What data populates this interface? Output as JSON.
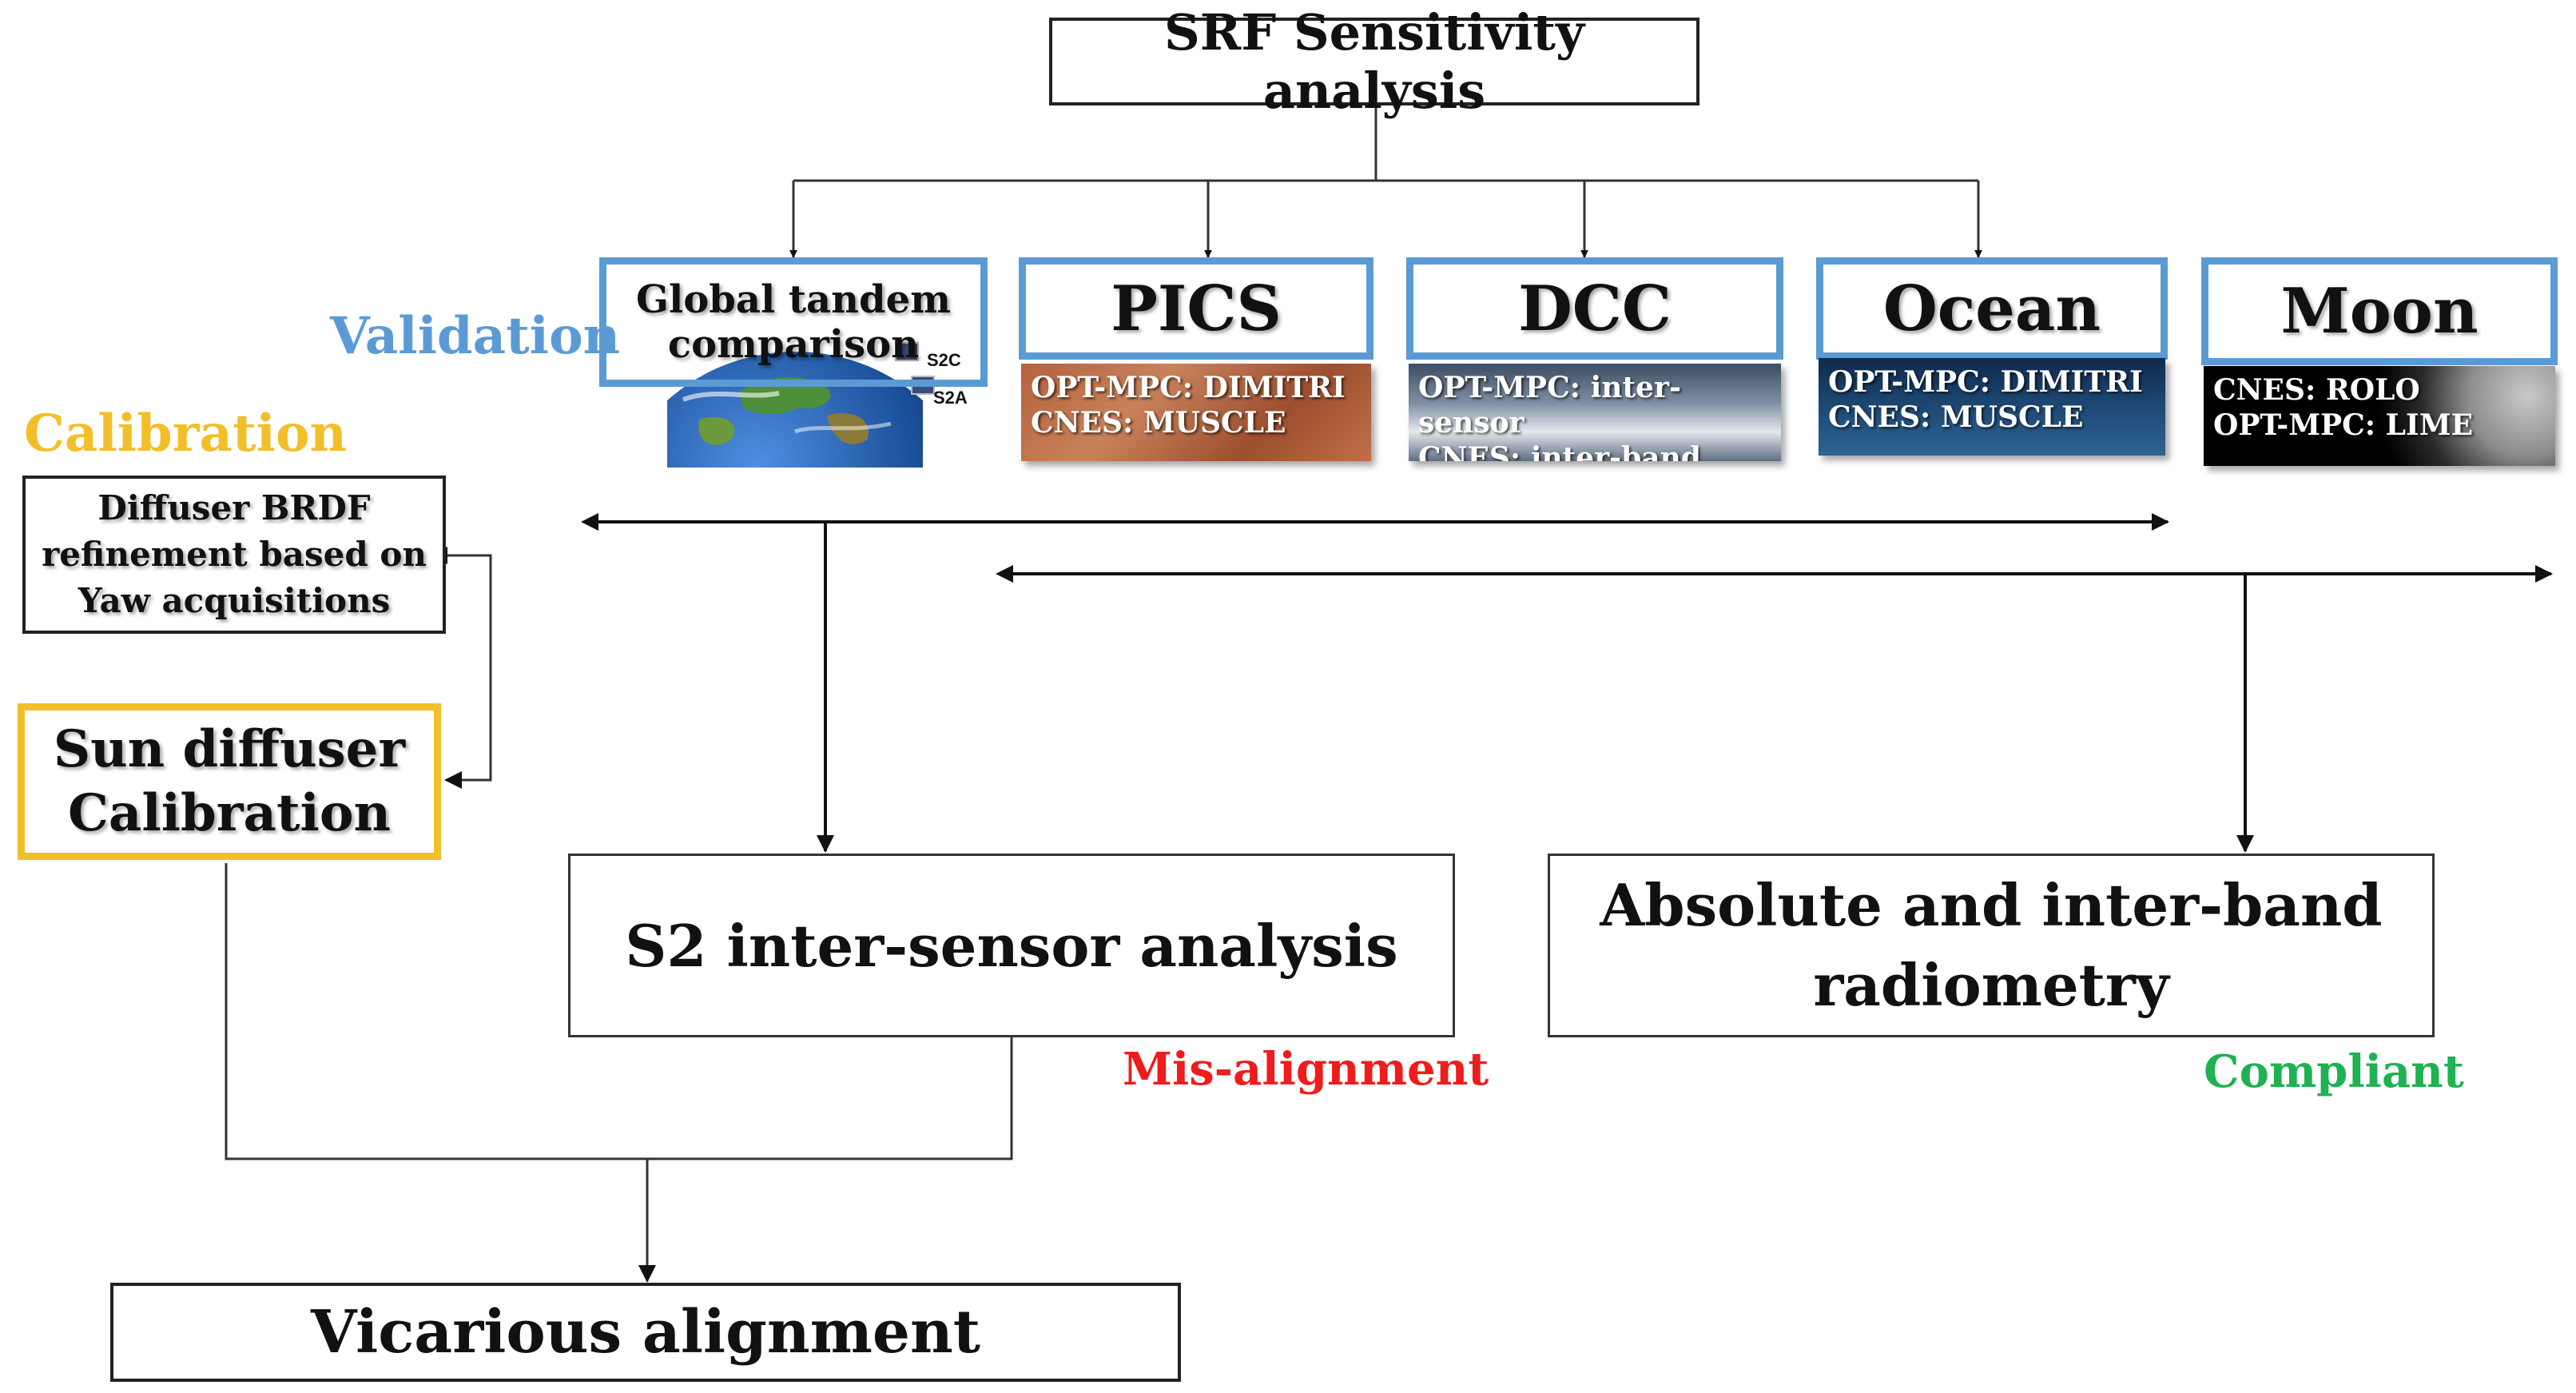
{
  "top": {
    "title": "SRF Sensitivity analysis"
  },
  "labels": {
    "validation": "Validation",
    "calibration": "Calibration"
  },
  "methods": {
    "tandem": {
      "line1": "Global tandem",
      "line2": "comparison",
      "sat_top": "S2C",
      "sat_bottom": "S2A"
    },
    "pics": {
      "title": "PICS",
      "line1": "OPT-MPC: DIMITRI",
      "line2": "CNES: MUSCLE"
    },
    "dcc": {
      "title": "DCC",
      "line1": "OPT-MPC:  inter-sensor",
      "line2": "CNES: inter-band"
    },
    "ocean": {
      "title": "Ocean",
      "line1": "OPT-MPC: DIMITRI",
      "line2": "CNES: MUSCLE"
    },
    "moon": {
      "title": "Moon",
      "line1": "CNES: ROLO",
      "line2": "OPT-MPC: LIME"
    }
  },
  "calibration": {
    "brdf": {
      "line1": "Diffuser BRDF",
      "line2": "refinement based on",
      "line3": "Yaw acquisitions"
    },
    "sun": {
      "line1": "Sun diffuser",
      "line2": "Calibration"
    }
  },
  "analysis": {
    "s2": "S2 inter-sensor analysis",
    "absolute": {
      "line1": "Absolute and inter-band",
      "line2": "radiometry"
    }
  },
  "status": {
    "misalignment": "Mis-alignment",
    "compliant": "Compliant"
  },
  "final": {
    "vicarious": "Vicarious alignment"
  },
  "colors": {
    "validation": "#5b9bd5",
    "calibration": "#f2bf2b",
    "misalignment": "#ee1c1c",
    "compliant": "#1fb152",
    "tile_border": "#5b9bd5",
    "gold_border": "#f2bf2b"
  }
}
